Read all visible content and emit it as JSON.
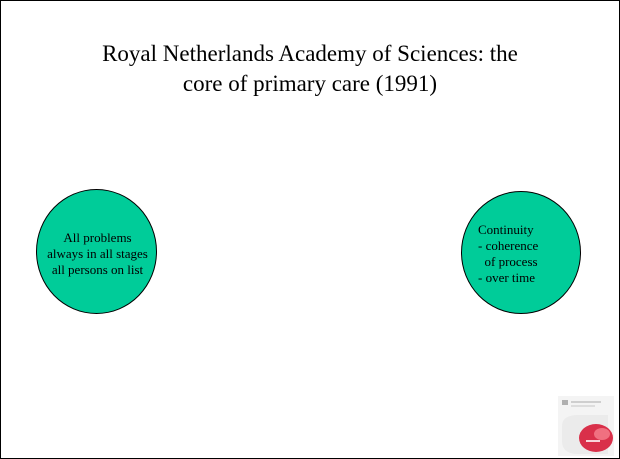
{
  "slide": {
    "title_lines": [
      "Royal Netherlands Academy of Sciences: the",
      "core of primary care (1991)"
    ],
    "circle_left": {
      "lines": [
        "All problems",
        "always in all stages",
        "all persons on list"
      ],
      "fill": "#00cc99"
    },
    "circle_right": {
      "lines": [
        "Continuity",
        "- coherence",
        "  of process",
        "- over time"
      ],
      "fill": "#00cc99"
    },
    "logo": {
      "icon": "publication-cover-icon"
    }
  }
}
